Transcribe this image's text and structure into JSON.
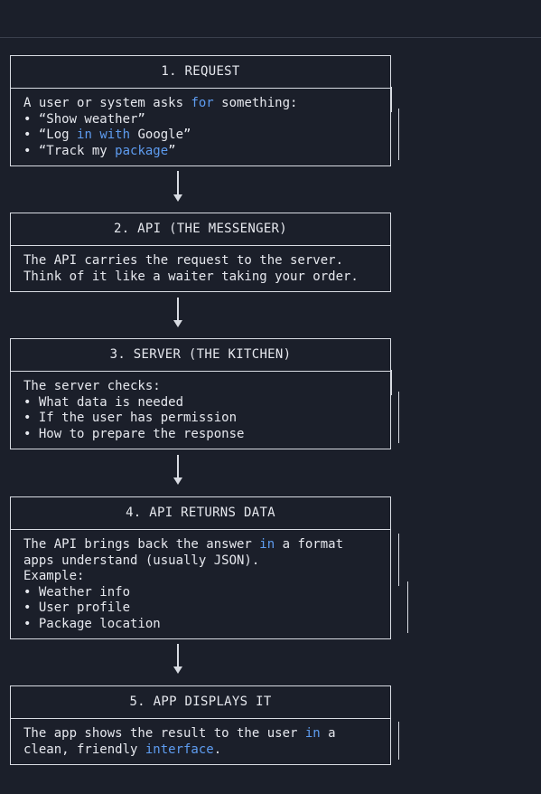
{
  "steps": [
    {
      "title": "1. REQUEST",
      "lines": [
        [
          {
            "t": "A user or system asks "
          },
          {
            "t": "for",
            "k": 1
          },
          {
            "t": " something:"
          }
        ],
        [
          {
            "t": "• “Show weather”"
          }
        ],
        [
          {
            "t": "• “Log "
          },
          {
            "t": "in",
            "k": 1
          },
          {
            "t": " "
          },
          {
            "t": "with",
            "k": 1
          },
          {
            "t": " Google”"
          }
        ],
        [
          {
            "t": "• “Track my "
          },
          {
            "t": "package",
            "k": 1
          },
          {
            "t": "”"
          }
        ]
      ]
    },
    {
      "title": "2. API (THE MESSENGER)",
      "lines": [
        [
          {
            "t": "The API carries the request to the server."
          }
        ],
        [
          {
            "t": "Think of it like a waiter taking your order."
          }
        ]
      ]
    },
    {
      "title": "3. SERVER (THE KITCHEN)",
      "lines": [
        [
          {
            "t": "The server checks:"
          }
        ],
        [
          {
            "t": "• What data is needed"
          }
        ],
        [
          {
            "t": "• If the user has permission"
          }
        ],
        [
          {
            "t": "• How to prepare the response"
          }
        ]
      ]
    },
    {
      "title": "4. API RETURNS DATA",
      "lines": [
        [
          {
            "t": "The API brings back the answer "
          },
          {
            "t": "in",
            "k": 1
          },
          {
            "t": " a format"
          }
        ],
        [
          {
            "t": "apps understand (usually JSON)."
          }
        ],
        [
          {
            "t": "Example:"
          }
        ],
        [
          {
            "t": "• Weather info"
          }
        ],
        [
          {
            "t": "• User profile"
          }
        ],
        [
          {
            "t": "• Package location"
          }
        ]
      ]
    },
    {
      "title": "5. APP DISPLAYS IT",
      "lines": [
        [
          {
            "t": "The app shows the result to the user "
          },
          {
            "t": "in",
            "k": 1
          },
          {
            "t": " a"
          }
        ],
        [
          {
            "t": "clean, friendly "
          },
          {
            "t": "interface",
            "k": 1
          },
          {
            "t": "."
          }
        ]
      ]
    }
  ],
  "colors": {
    "background": "#1b1f2a",
    "text": "#e6e8ee",
    "keyword": "#5e9cf0",
    "border": "#d8dbe2"
  }
}
